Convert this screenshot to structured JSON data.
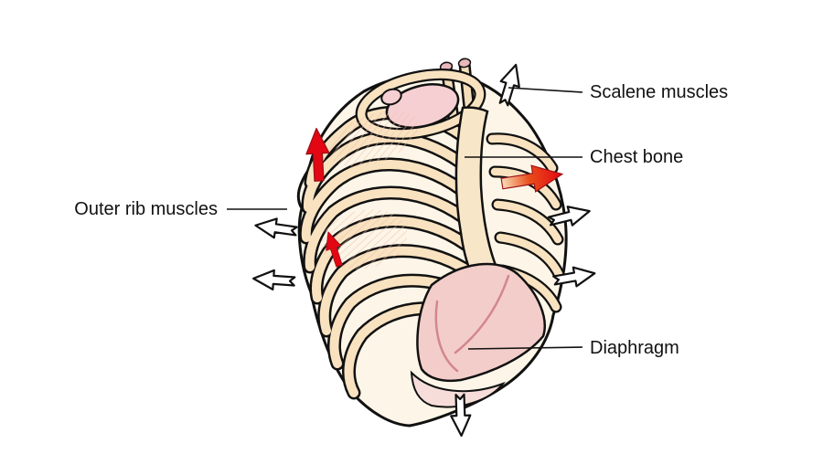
{
  "diagram": {
    "labels": {
      "scalene": "Scalene muscles",
      "chest_bone": "Chest bone",
      "outer_rib": "Outer rib muscles",
      "diaphragm": "Diaphragm"
    },
    "arrows": {
      "red": [
        "rib-lift-arrow-upper",
        "rib-lift-arrow-mid",
        "sternum-forward-arrow"
      ],
      "outline": [
        "neck-up-arrow",
        "left-expansion-arrow-upper",
        "left-expansion-arrow-lower",
        "right-expansion-arrow-upper",
        "right-expansion-arrow-lower",
        "diaphragm-down-arrow"
      ]
    },
    "colors": {
      "background": "#ffffff",
      "cage_fill": "#fdf6e8",
      "rib_fill": "#f8e2c0",
      "muscle_pink": "#f3cdc9",
      "accent_pink": "#eab8bc",
      "arrow_red": "#e30613",
      "line_black": "#111111"
    }
  }
}
